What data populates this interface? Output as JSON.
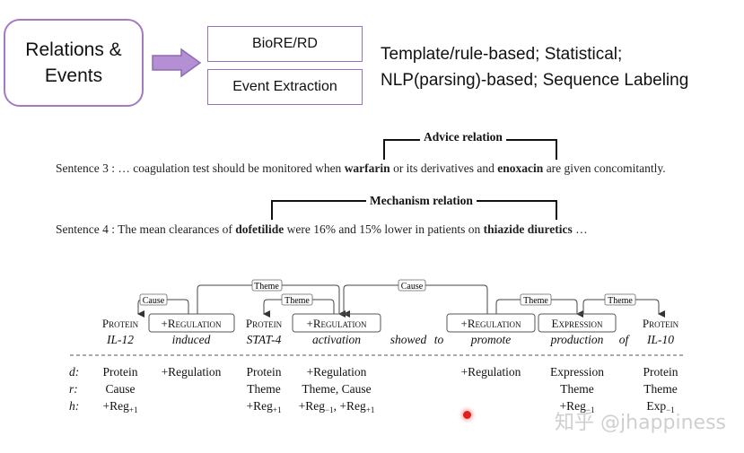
{
  "header": {
    "main_box": {
      "line1": "Relations &",
      "line2": "Events"
    },
    "sub_boxes": [
      "BioRE/RD",
      "Event Extraction"
    ],
    "methods": {
      "line1": "Template/rule-based; Statistical;",
      "line2": "NLP(parsing)-based; Sequence Labeling"
    }
  },
  "relations": {
    "sentence3": {
      "label": "Advice relation",
      "prefix": "Sentence 3 : … coagulation test should be monitored when ",
      "drug1": "warfarin",
      "middle": " or its derivatives and ",
      "drug2": "enoxacin",
      "suffix": " are given concomitantly."
    },
    "sentence4": {
      "label": "Mechanism relation",
      "prefix": "Sentence 4 : The mean clearances of ",
      "drug1": "dofetilide",
      "middle": " were 16% and 15% lower in patients on ",
      "drug2": "thiazide diuretics",
      "suffix": " …"
    }
  },
  "event_diagram": {
    "arc_labels": [
      "Cause",
      "Theme",
      "Theme",
      "Cause",
      "Theme",
      "Theme"
    ],
    "tokens": [
      {
        "tag": "Protein",
        "word": "IL-12"
      },
      {
        "tag": "+Regulation",
        "word": "induced"
      },
      {
        "tag": "Protein",
        "word": "STAT-4"
      },
      {
        "tag": "+Regulation",
        "word": "activation"
      },
      {
        "tag": "",
        "word": "showed"
      },
      {
        "tag": "",
        "word": "to"
      },
      {
        "tag": "+Regulation",
        "word": "promote"
      },
      {
        "tag": "Expression",
        "word": "production"
      },
      {
        "tag": "",
        "word": "of"
      },
      {
        "tag": "Protein",
        "word": "IL-10"
      }
    ],
    "table": {
      "row_labels": [
        "d:",
        "r:",
        "h:"
      ],
      "columns": [
        {
          "d": "Protein",
          "r": "Cause",
          "h_base": "+Reg",
          "h_sub": "+1"
        },
        {
          "d": "+Regulation",
          "r": "",
          "h_base": "",
          "h_sub": ""
        },
        {
          "d": "Protein",
          "r": "Theme",
          "h_base": "+Reg",
          "h_sub": "+1"
        },
        {
          "d": "+Regulation",
          "r": "Theme, Cause",
          "h_base": "+Reg",
          "h_sub": "−1",
          "h_base2": ", +Reg",
          "h_sub2": "+1"
        },
        {
          "d": "+Regulation",
          "r": "",
          "h_base": "",
          "h_sub": ""
        },
        {
          "d": "Expression",
          "r": "Theme",
          "h_base": "+Reg",
          "h_sub": "−1"
        },
        {
          "d": "Protein",
          "r": "Theme",
          "h_base": "Exp",
          "h_sub": "−1"
        }
      ]
    }
  },
  "watermark": "知乎 @jhappiness",
  "colors": {
    "box_border": "#9b6fbf",
    "arrow_fill": "#b48fd3",
    "arrow_stroke": "#8d6cb2"
  }
}
